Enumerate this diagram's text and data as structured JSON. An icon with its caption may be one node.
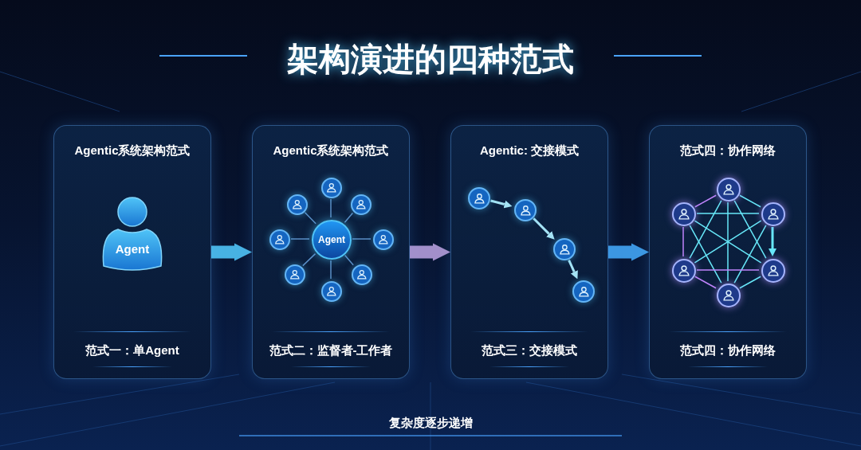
{
  "diagram": {
    "title": "架构演进的四种范式",
    "nodes": [
      {
        "text": [
          "Agentic系统架构范式",
          "范式一：单Agent"
        ]
      },
      {
        "text": [
          "Agent"
        ],
        "in": 0
      },
      {
        "text": [
          "Agentic系统架构范式",
          "范式二：监督者-工作者"
        ]
      },
      {
        "text": [
          "Agent"
        ],
        "in": 2
      },
      {
        "text": [],
        "shape": "circle",
        "in": 2
      },
      {
        "text": [],
        "shape": "circle",
        "in": 2
      },
      {
        "text": [],
        "shape": "circle",
        "in": 2
      },
      {
        "text": [],
        "shape": "circle",
        "in": 2
      },
      {
        "text": [],
        "shape": "circle",
        "in": 2
      },
      {
        "text": [],
        "shape": "circle",
        "in": 2
      },
      {
        "text": [],
        "shape": "circle",
        "in": 2
      },
      {
        "text": [],
        "shape": "circle",
        "in": 2
      },
      {
        "text": [
          "Agentic: 交接模式",
          "范式三：交接模式"
        ]
      },
      {
        "text": [],
        "shape": "circle",
        "in": 12
      },
      {
        "text": [],
        "shape": "circle",
        "in": 12
      },
      {
        "text": [],
        "shape": "circle",
        "in": 12
      },
      {
        "text": [],
        "shape": "circle",
        "in": 12
      },
      {
        "text": [
          "范式四：协作网络",
          "范式四：协作网络"
        ]
      },
      {
        "text": [],
        "shape": "circle",
        "in": 17
      },
      {
        "text": [],
        "shape": "circle",
        "in": 17
      },
      {
        "text": [],
        "shape": "circle",
        "in": 17
      },
      {
        "text": [],
        "shape": "circle",
        "in": 17
      },
      {
        "text": [],
        "shape": "circle",
        "in": 17
      },
      {
        "text": [],
        "shape": "circle",
        "in": 17
      }
    ],
    "edges": [
      {
        "from": 0,
        "to": 2,
        "arrow": "to",
        "style": "thick",
        "color": "#4fc3f7"
      },
      {
        "from": 2,
        "to": 12,
        "arrow": "to",
        "style": "thick",
        "color": "#b39ddb"
      },
      {
        "from": 12,
        "to": 17,
        "arrow": "to",
        "style": "thick",
        "color": "#42a5f5"
      },
      {
        "from": 3,
        "to": 4,
        "arrow": "none",
        "color": "#5b8fc7"
      },
      {
        "from": 3,
        "to": 5,
        "arrow": "none",
        "color": "#5b8fc7"
      },
      {
        "from": 3,
        "to": 6,
        "arrow": "none",
        "color": "#5b8fc7"
      },
      {
        "from": 3,
        "to": 7,
        "arrow": "none",
        "color": "#5b8fc7"
      },
      {
        "from": 3,
        "to": 8,
        "arrow": "none",
        "color": "#5b8fc7"
      },
      {
        "from": 3,
        "to": 9,
        "arrow": "none",
        "color": "#5b8fc7"
      },
      {
        "from": 3,
        "to": 10,
        "arrow": "none",
        "color": "#5b8fc7"
      },
      {
        "from": 3,
        "to": 11,
        "arrow": "none",
        "color": "#5b8fc7"
      },
      {
        "from": 13,
        "to": 14,
        "arrow": "to",
        "color": "#a5e3f5"
      },
      {
        "from": 14,
        "to": 15,
        "arrow": "to",
        "color": "#a5e3f5"
      },
      {
        "from": 15,
        "to": 16,
        "arrow": "to",
        "color": "#a5e3f5"
      },
      {
        "from": 18,
        "to": 19,
        "arrow": "none",
        "color": "#c084fc"
      },
      {
        "from": 18,
        "to": 20,
        "arrow": "none"
      },
      {
        "from": 18,
        "to": 21,
        "arrow": "none"
      },
      {
        "from": 18,
        "to": 22,
        "arrow": "none"
      },
      {
        "from": 18,
        "to": 23,
        "arrow": "none"
      },
      {
        "from": 19,
        "to": 20,
        "arrow": "none"
      },
      {
        "from": 19,
        "to": 21,
        "arrow": "none",
        "color": "#c084fc"
      },
      {
        "from": 19,
        "to": 22,
        "arrow": "none"
      },
      {
        "from": 19,
        "to": 23,
        "arrow": "none"
      },
      {
        "from": 20,
        "to": 21,
        "arrow": "none"
      },
      {
        "from": 20,
        "to": 22,
        "arrow": "to"
      },
      {
        "from": 20,
        "to": 23,
        "arrow": "none"
      },
      {
        "from": 21,
        "to": 22,
        "arrow": "none",
        "color": "#c084fc"
      },
      {
        "from": 21,
        "to": 23,
        "arrow": "none",
        "color": "#c084fc"
      },
      {
        "from": 22,
        "to": 23,
        "arrow": "none"
      }
    ],
    "labels": [
      "复杂度逐步递增"
    ]
  }
}
